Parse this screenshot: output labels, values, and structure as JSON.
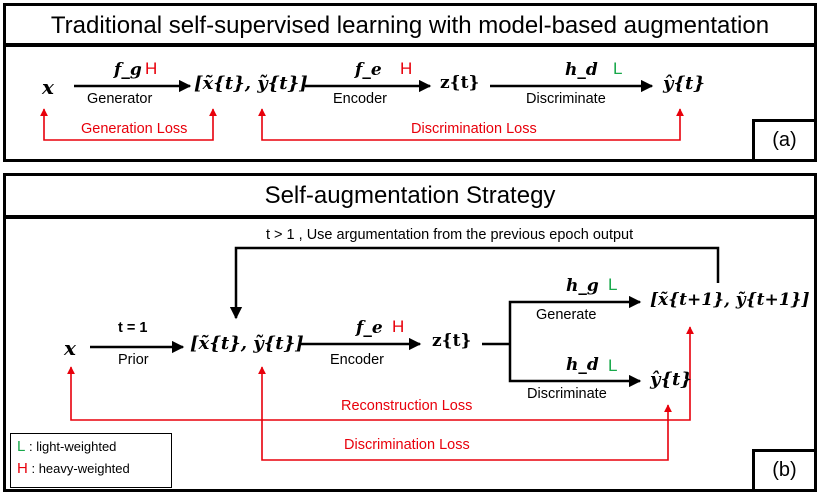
{
  "panel_a": {
    "title": "Traditional self-supervised learning with model-based augmentation",
    "tag": "(a)",
    "input": "x",
    "generator": {
      "fn": "f_g",
      "weight": "H",
      "label": "Generator"
    },
    "augmented": "[x̃{t}, ỹ{t}]",
    "encoder": {
      "fn": "f_e",
      "weight": "H",
      "label": "Encoder"
    },
    "embedding": "z{t}",
    "discriminate": {
      "fn": "h_d",
      "weight": "L",
      "label": "Discriminate"
    },
    "output": "ŷ{t}",
    "generation_loss": "Generation Loss",
    "discrimination_loss": "Discrimination Loss"
  },
  "panel_b": {
    "title": "Self-augmentation Strategy",
    "tag": "(b)",
    "feedback_label": "t > 1 , Use argumentation from the previous epoch output",
    "input": "x",
    "prior": {
      "fn": "t = 1",
      "label": "Prior"
    },
    "augmented": "[x̃{t}, ỹ{t}]",
    "encoder": {
      "fn": "f_e",
      "weight": "H",
      "label": "Encoder"
    },
    "embedding": "z{t}",
    "generate": {
      "fn": "h_g",
      "weight": "L",
      "label": "Generate"
    },
    "next_augmented": "[x̃{t+1}, ỹ{t+1}]",
    "discriminate": {
      "fn": "h_d",
      "weight": "L",
      "label": "Discriminate"
    },
    "output": "ŷ{t}",
    "reconstruction_loss": "Reconstruction Loss",
    "discrimination_loss": "Discrimination Loss"
  },
  "legend": {
    "light_key": "L",
    "light_text": ": light-weighted",
    "heavy_key": "H",
    "heavy_text": ": heavy-weighted"
  },
  "colors": {
    "heavy": "#e8000b",
    "light": "#17a84a",
    "loss": "#e8000b",
    "line": "#000000"
  }
}
